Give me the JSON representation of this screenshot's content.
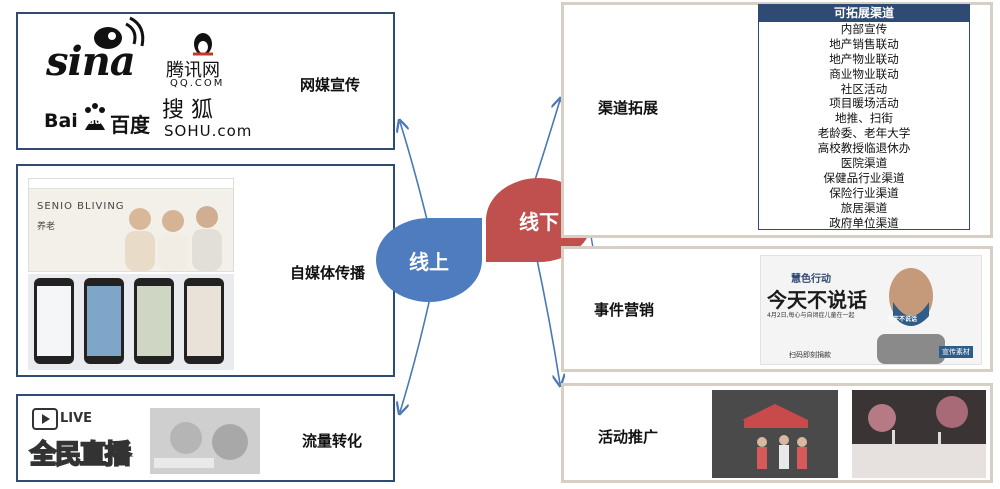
{
  "center": {
    "online": "线上",
    "offline": "线下"
  },
  "left": {
    "media": {
      "label": "网媒宣传",
      "logos": {
        "sina": "sina",
        "tencent_cn": "腾讯网",
        "tencent_en": "QQ.COM",
        "baidu_en": "Bai",
        "baidu_paw": "du",
        "baidu_cn": "百度",
        "sohu_cn": "搜 狐",
        "sohu_en": "SOHU.com"
      }
    },
    "self_media": {
      "label": "自媒体传播",
      "site_brand": "SENIO BLIVING",
      "site_sub": "养老"
    },
    "traffic": {
      "label": "流量转化",
      "live_small": "LIVE",
      "live_big": "全民直播"
    }
  },
  "right": {
    "channels": {
      "label": "渠道拓展",
      "table_title": "可拓展渠道",
      "items": [
        "内部宣传",
        "地产销售联动",
        "地产物业联动",
        "商业物业联动",
        "社区活动",
        "项目暖场活动",
        "地推、扫街",
        "老龄委、老年大学",
        "高校教授临退休办",
        "医院渠道",
        "保健品行业渠道",
        "保险行业渠道",
        "旅居渠道",
        "政府单位渠道"
      ]
    },
    "event": {
      "label": "事件营销",
      "poster": {
        "tag": "慧色行动",
        "headline": "今天不说话",
        "subline": "4月2日,每心与自闭症儿童在一起",
        "mask_text": "今天不说话",
        "footer": "扫码即刻捐款",
        "badge": "宣传素材"
      }
    },
    "activity": {
      "label": "活动推广"
    }
  },
  "colors": {
    "online": "#4f7cbf",
    "offline": "#c0504d",
    "navy": "#2f4a73",
    "arrow": "#4a78b5",
    "beige": "#d7cfc4"
  }
}
